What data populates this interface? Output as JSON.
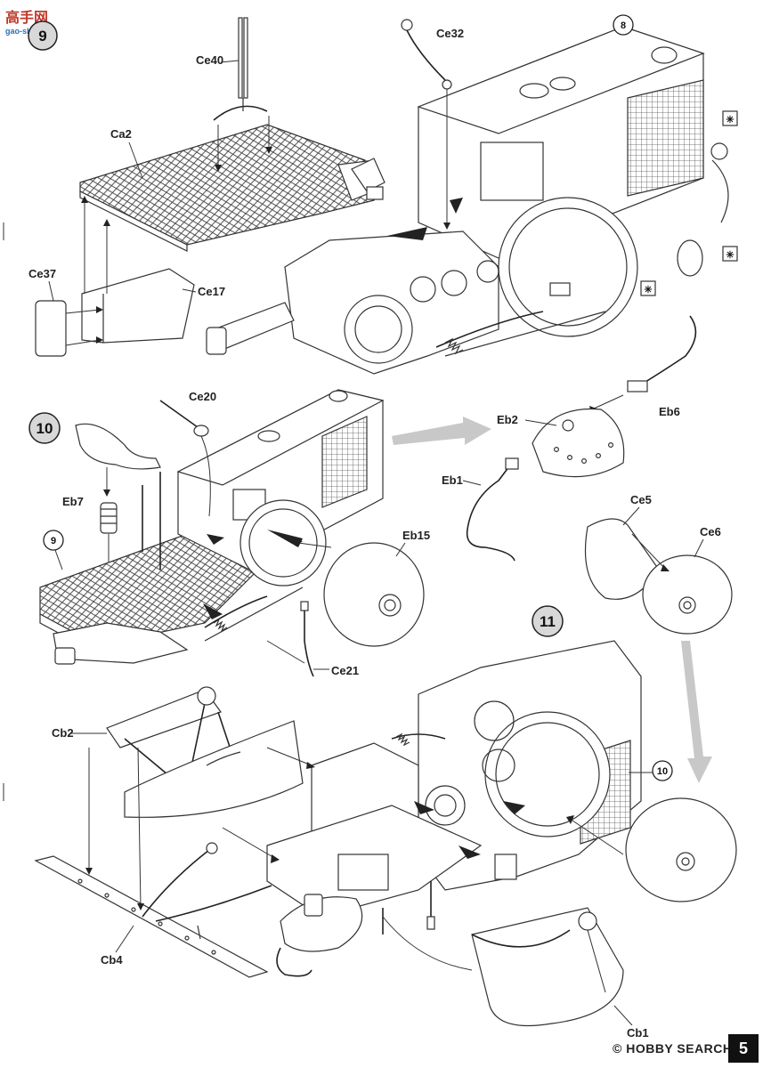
{
  "watermark_top": {
    "logo": "高手网",
    "url": "gao-shou.net"
  },
  "watermark_bottom": "© HOBBY SEARCH",
  "page_number": "5",
  "steps": {
    "step9": "9",
    "step10": "10",
    "step11": "11"
  },
  "ref_circles": {
    "ref8": "8",
    "ref9": "9",
    "ref10": "10"
  },
  "parts": {
    "ce40": "Ce40",
    "ce32": "Ce32",
    "ca2": "Ca2",
    "ce37": "Ce37",
    "ce17": "Ce17",
    "ce20": "Ce20",
    "eb2": "Eb2",
    "eb6": "Eb6",
    "eb1": "Eb1",
    "eb7": "Eb7",
    "eb15": "Eb15",
    "ce5": "Ce5",
    "ce6": "Ce6",
    "ce21": "Ce21",
    "cb2": "Cb2",
    "cb4": "Cb4",
    "cb1": "Cb1"
  }
}
